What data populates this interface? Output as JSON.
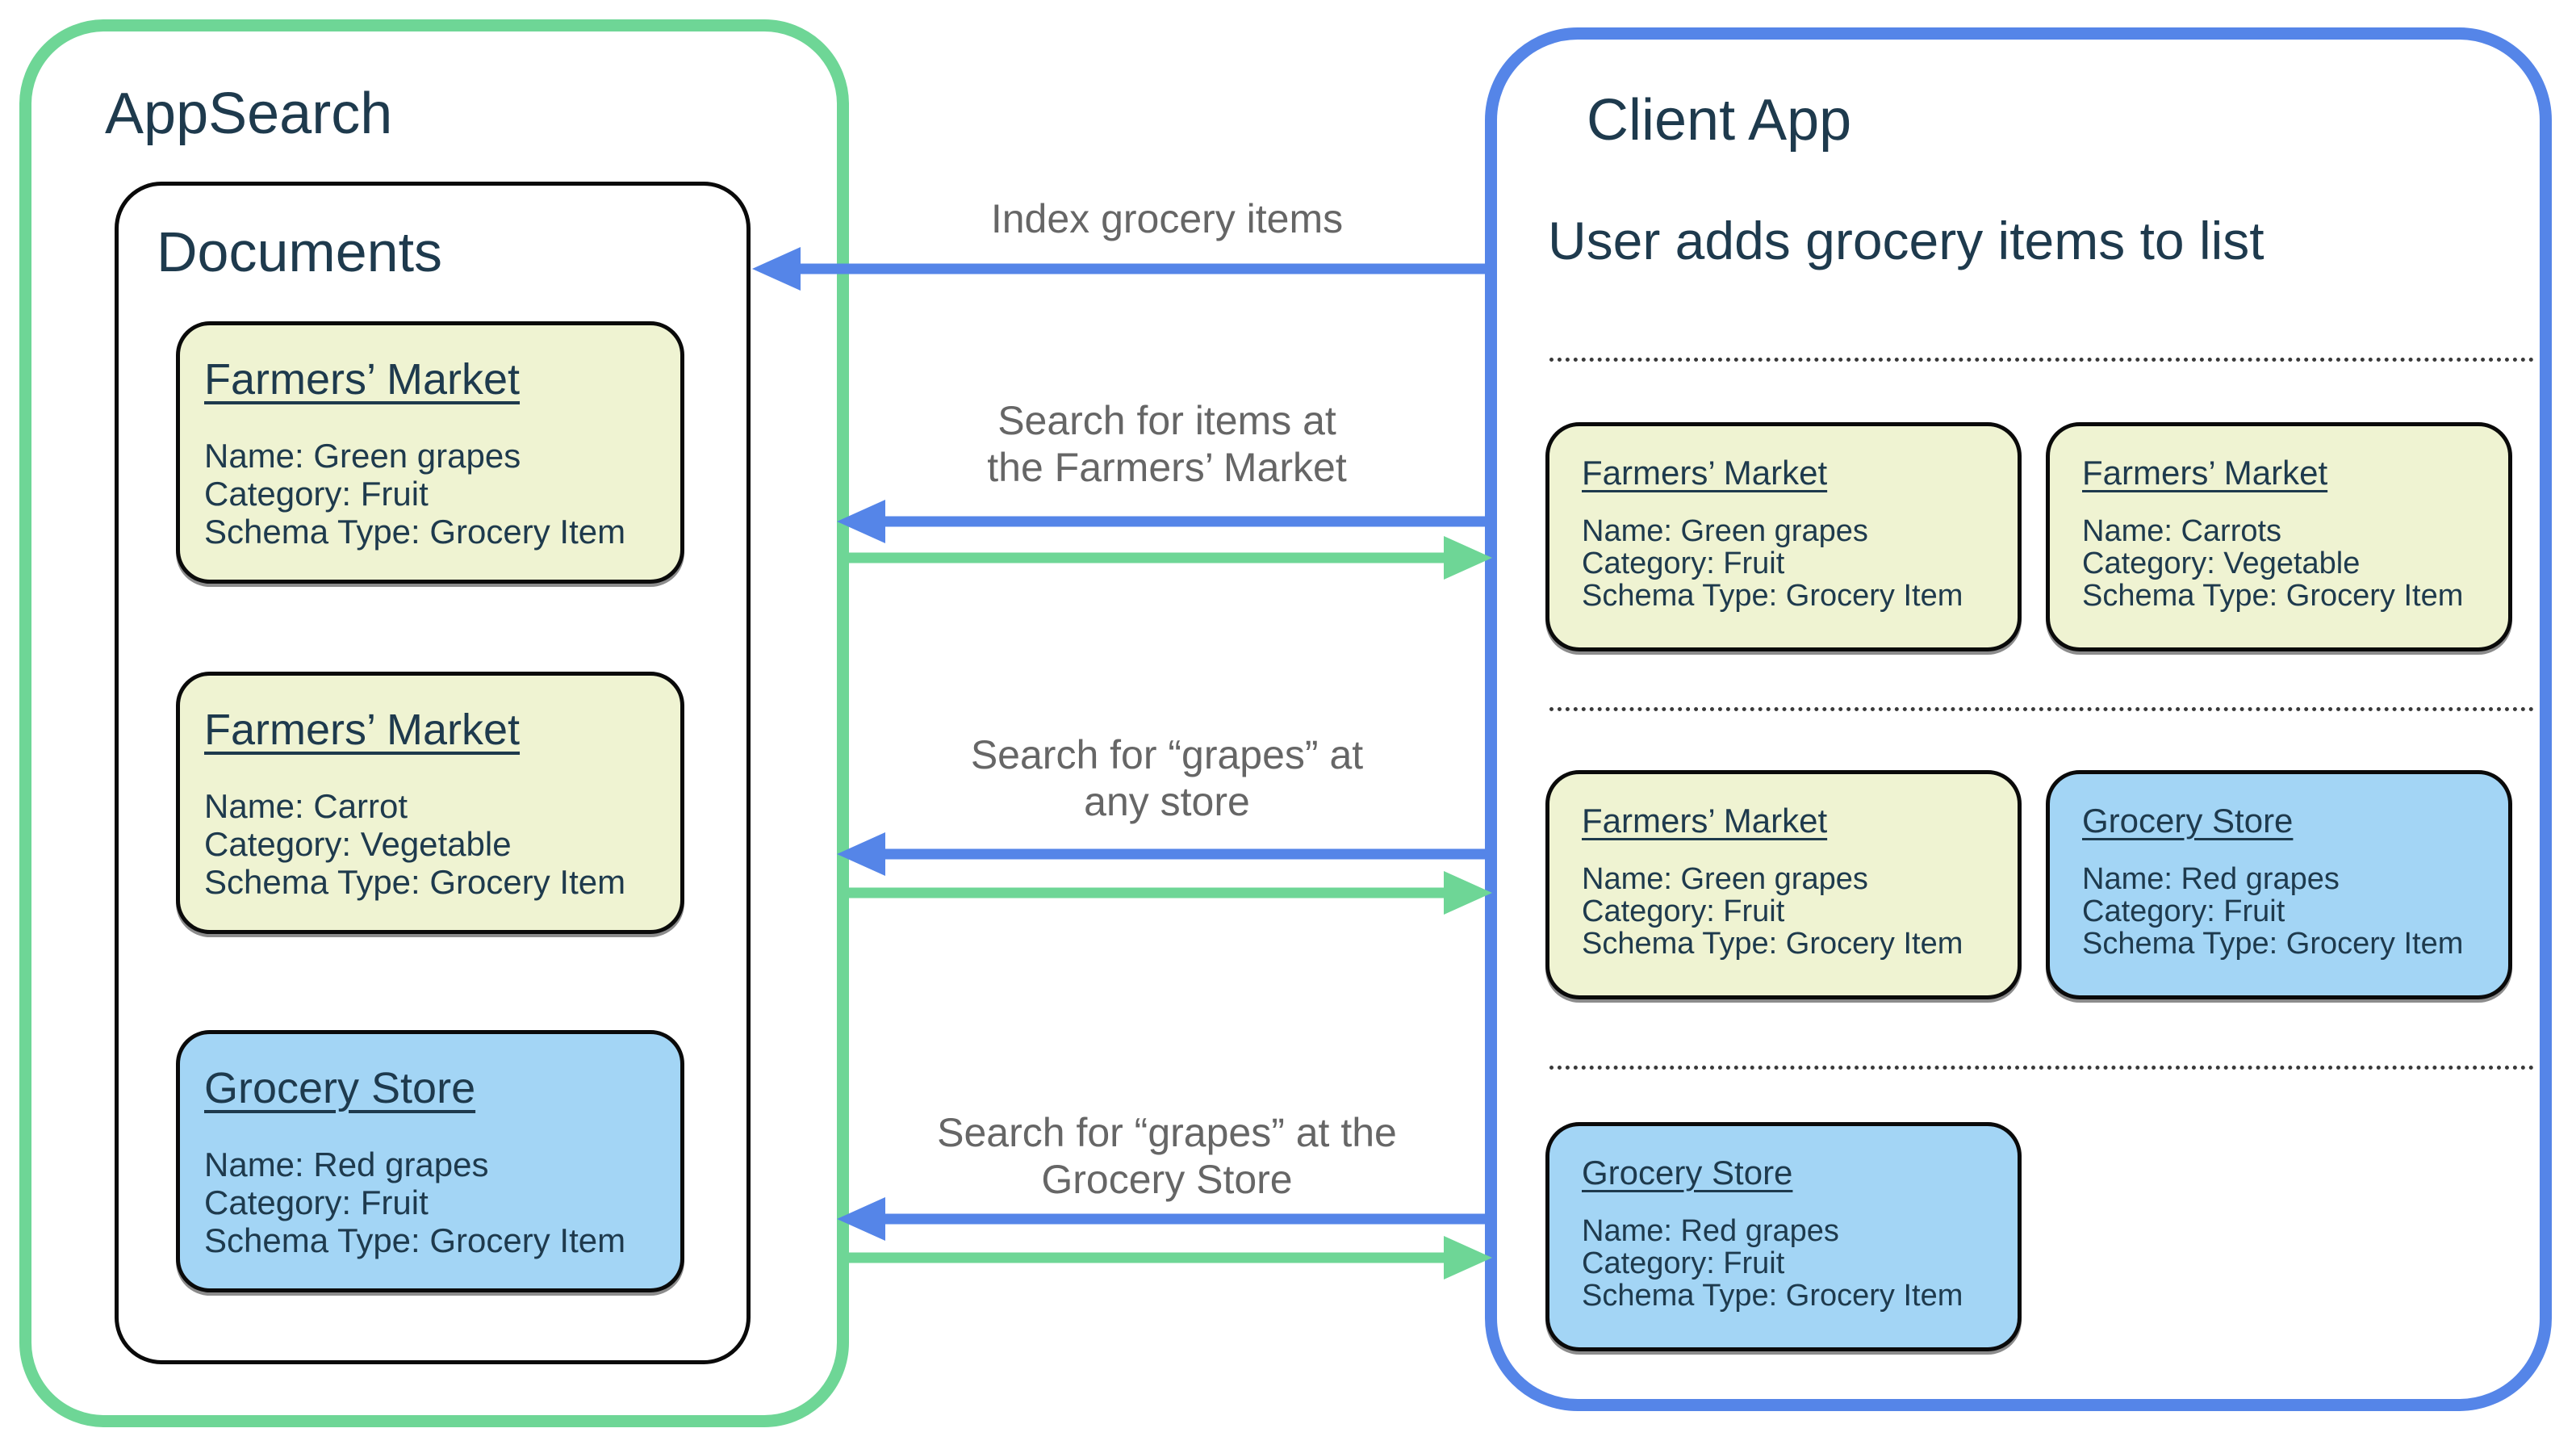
{
  "colors": {
    "green": "#6ED696",
    "blue": "#5585E8",
    "yellow_fill": "#EFF3D2",
    "blue_fill": "#A3D5F5",
    "ink": "#1E3A4D",
    "label_gray": "#666666",
    "dot": "#3A3A3A",
    "box_border": "#0A0A0A"
  },
  "appsearch_panel": {
    "title": "AppSearch",
    "documents": {
      "title": "Documents",
      "cards": [
        {
          "title": "Farmers’ Market",
          "variant": "yellow",
          "fields": [
            "Name: Green grapes",
            "Category: Fruit",
            "Schema Type: Grocery Item"
          ]
        },
        {
          "title": "Farmers’ Market",
          "variant": "yellow",
          "fields": [
            "Name: Carrot",
            "Category: Vegetable",
            "Schema Type: Grocery Item"
          ]
        },
        {
          "title": "Grocery Store",
          "variant": "blue",
          "fields": [
            "Name: Red grapes",
            "Category: Fruit",
            "Schema Type: Grocery Item"
          ]
        }
      ]
    }
  },
  "client_panel": {
    "title": "Client App",
    "subtitle": "User adds grocery items to list",
    "rows": [
      {
        "cards": [
          {
            "title": "Farmers’ Market",
            "variant": "yellow",
            "fields": [
              "Name: Green grapes",
              "Category: Fruit",
              "Schema Type: Grocery Item"
            ]
          },
          {
            "title": "Farmers’ Market",
            "variant": "yellow",
            "fields": [
              "Name: Carrots",
              "Category: Vegetable",
              "Schema Type: Grocery Item"
            ]
          }
        ]
      },
      {
        "cards": [
          {
            "title": "Farmers’ Market",
            "variant": "yellow",
            "fields": [
              "Name: Green grapes",
              "Category: Fruit",
              "Schema Type: Grocery Item"
            ]
          },
          {
            "title": "Grocery Store",
            "variant": "blue",
            "fields": [
              "Name: Red grapes",
              "Category: Fruit",
              "Schema Type: Grocery Item"
            ]
          }
        ]
      },
      {
        "cards": [
          {
            "title": "Grocery Store",
            "variant": "blue",
            "fields": [
              "Name: Red grapes",
              "Category: Fruit",
              "Schema Type: Grocery Item"
            ]
          }
        ]
      }
    ]
  },
  "flows": [
    {
      "label_lines": [
        "Index grocery items"
      ],
      "request_arrow": "blue-to-appsearch",
      "response_arrow": null
    },
    {
      "label_lines": [
        "Search for items at",
        "the Farmers’ Market"
      ],
      "request_arrow": "blue-to-appsearch",
      "response_arrow": "green-to-client"
    },
    {
      "label_lines": [
        "Search for “grapes” at",
        "any store"
      ],
      "request_arrow": "blue-to-appsearch",
      "response_arrow": "green-to-client"
    },
    {
      "label_lines": [
        "Search for “grapes” at the",
        "Grocery Store"
      ],
      "request_arrow": "blue-to-appsearch",
      "response_arrow": "green-to-client"
    }
  ]
}
